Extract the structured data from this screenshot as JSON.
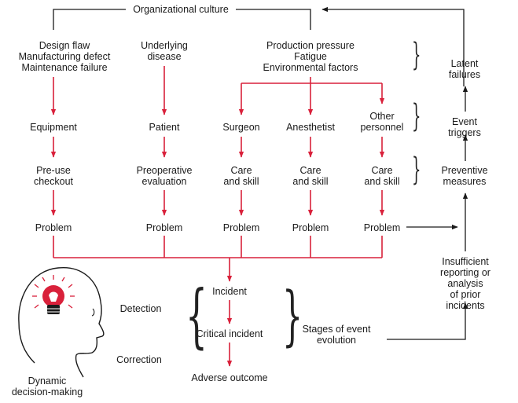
{
  "colors": {
    "red": "#d9213b",
    "dark": "#1a1a1a",
    "bulb": "#d9213b"
  },
  "top": {
    "org_culture": "Organizational culture"
  },
  "sources": {
    "equipment": "Design flaw\nManufacturing defect\nMaintenance failure",
    "patient": "Underlying\ndisease",
    "personnel": "Production pressure\nFatigue\nEnvironmental factors"
  },
  "actors": {
    "equipment": "Equipment",
    "patient": "Patient",
    "surgeon": "Surgeon",
    "anesthetist": "Anesthetist",
    "other": "Other\npersonnel"
  },
  "checks": {
    "equipment": "Pre-use\ncheckout",
    "patient": "Preoperative\nevaluation",
    "surgeon": "Care\nand skill",
    "anesthetist": "Care\nand skill",
    "other": "Care\nand skill"
  },
  "problems": {
    "equipment": "Problem",
    "patient": "Problem",
    "surgeon": "Problem",
    "anesthetist": "Problem",
    "other": "Problem"
  },
  "stages": {
    "incident": "Incident",
    "critical": "Critical incident",
    "adverse": "Adverse outcome",
    "label": "Stages of event\nevolution"
  },
  "process": {
    "detection": "Detection",
    "correction": "Correction",
    "decision": "Dynamic\ndecision-making"
  },
  "right": {
    "latent": "Latent failures",
    "triggers": "Event triggers",
    "preventive": "Preventive\nmeasures",
    "insufficient": "Insufficient\nreporting or analysis\nof prior incidents"
  },
  "icons": {
    "head": "head-silhouette-icon",
    "bulb": "lightbulb-icon"
  }
}
